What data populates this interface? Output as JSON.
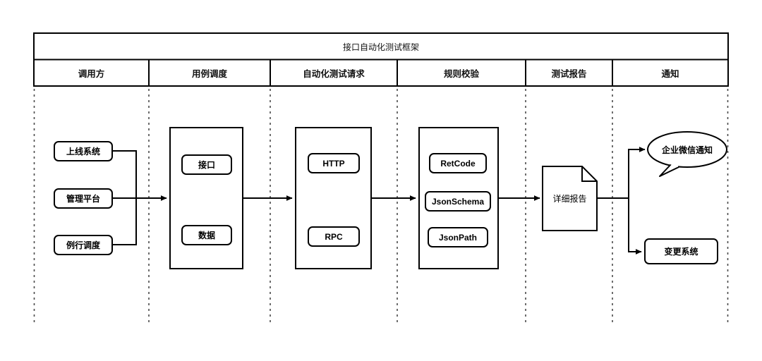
{
  "diagram": {
    "title": "接口自动化测试框架",
    "lanes": [
      {
        "id": "caller",
        "label": "调用方"
      },
      {
        "id": "case-schedule",
        "label": "用例调度"
      },
      {
        "id": "auto-test-request",
        "label": "自动化测试请求"
      },
      {
        "id": "rule-check",
        "label": "规则校验"
      },
      {
        "id": "test-report",
        "label": "测试报告"
      },
      {
        "id": "notify",
        "label": "通知"
      }
    ],
    "callers": [
      {
        "id": "online-system",
        "label": "上线系统"
      },
      {
        "id": "manage-platform",
        "label": "管理平台"
      },
      {
        "id": "routine-schedule",
        "label": "例行调度"
      }
    ],
    "schedule_items": [
      {
        "id": "interface",
        "label": "接口"
      },
      {
        "id": "data",
        "label": "数据"
      }
    ],
    "protocol_items": [
      {
        "id": "http",
        "label": "HTTP"
      },
      {
        "id": "rpc",
        "label": "RPC"
      }
    ],
    "rule_items": [
      {
        "id": "retcode",
        "label": "RetCode"
      },
      {
        "id": "jsonschema",
        "label": "JsonSchema"
      },
      {
        "id": "jsonpath",
        "label": "JsonPath"
      }
    ],
    "report": {
      "id": "detail-report",
      "label": "详细报告"
    },
    "notifications": [
      {
        "id": "wecom-notify",
        "label": "企业微信通知",
        "shape": "speech-bubble"
      },
      {
        "id": "change-system",
        "label": "变更系统",
        "shape": "rounded-rect"
      }
    ],
    "colors": {
      "stroke": "#000000",
      "background": "#ffffff",
      "lane_divider": "#333333"
    }
  }
}
